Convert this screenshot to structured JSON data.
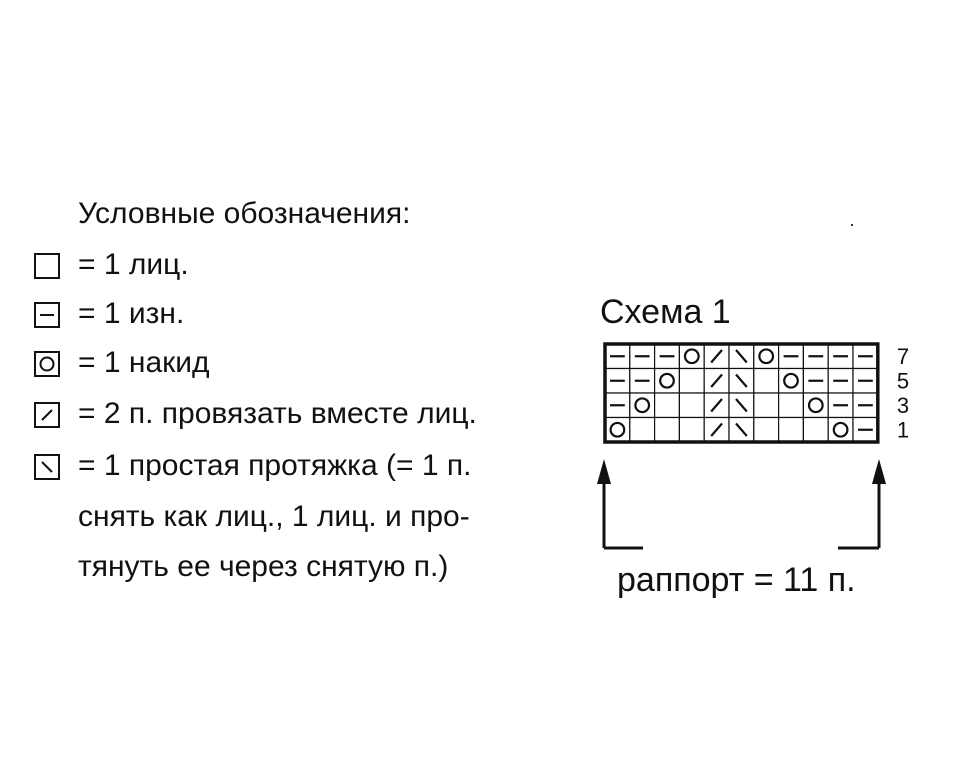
{
  "legend": {
    "title": "Условные обозначения:",
    "items": [
      {
        "symbol": "knit",
        "text": "= 1 лиц."
      },
      {
        "symbol": "purl",
        "text": "= 1 изн."
      },
      {
        "symbol": "yarn-over",
        "text": "= 1 накид"
      },
      {
        "symbol": "k2tog",
        "text": "= 2 п. провязать вместе лиц."
      },
      {
        "symbol": "ssk",
        "text": "= 1 простая протяжка (= 1 п."
      }
    ],
    "continuation": [
      "снять как лиц., 1 лиц. и про-",
      "тянуть ее через снятую п.)"
    ]
  },
  "schema": {
    "title": "Схема 1",
    "rapport": "раппорт = 11 п.",
    "row_numbers": [
      "7",
      "5",
      "3",
      "1"
    ],
    "cols": 11,
    "rows": [
      [
        "purl",
        "purl",
        "purl",
        "yarn-over",
        "k2tog",
        "ssk",
        "yarn-over",
        "purl",
        "purl",
        "purl",
        "purl"
      ],
      [
        "purl",
        "purl",
        "yarn-over",
        "knit",
        "k2tog",
        "ssk",
        "knit",
        "yarn-over",
        "purl",
        "purl",
        "purl"
      ],
      [
        "purl",
        "yarn-over",
        "knit",
        "knit",
        "k2tog",
        "ssk",
        "knit",
        "knit",
        "yarn-over",
        "purl",
        "purl"
      ],
      [
        "yarn-over",
        "knit",
        "knit",
        "knit",
        "k2tog",
        "ssk",
        "knit",
        "knit",
        "knit",
        "yarn-over",
        "purl"
      ]
    ]
  }
}
